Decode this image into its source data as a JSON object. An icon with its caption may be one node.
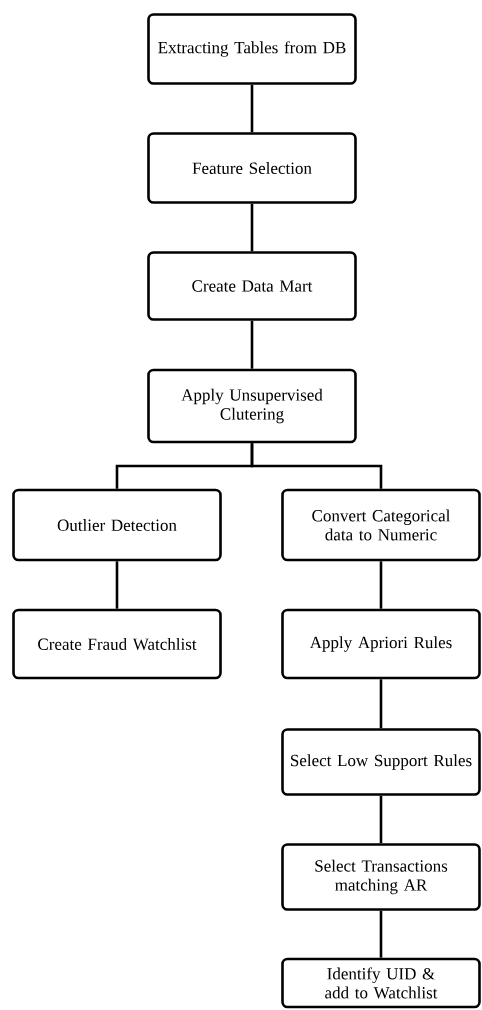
{
  "diagram": {
    "nodes": [
      {
        "text": [
          "Extracting Tables from DB"
        ]
      },
      {
        "text": [
          "Feature Selection"
        ]
      },
      {
        "text": [
          "Create Data Mart"
        ]
      },
      {
        "text": [
          "Apply Unsupervised Clutering"
        ]
      },
      {
        "text": [
          "Outlier Detection"
        ]
      },
      {
        "text": [
          "Convert Categorical data to Numeric"
        ]
      },
      {
        "text": [
          "Create Fraud Watchlist"
        ]
      },
      {
        "text": [
          "Apply Apriori Rules"
        ]
      },
      {
        "text": [
          "Select Low Support Rules"
        ]
      },
      {
        "text": [
          "Select Transactions matching AR"
        ]
      },
      {
        "text": [
          "Identify UID & add to Watchlist"
        ]
      }
    ],
    "edges": [
      {
        "from": 0,
        "to": 1,
        "arrow": "none"
      },
      {
        "from": 1,
        "to": 2,
        "arrow": "none"
      },
      {
        "from": 2,
        "to": 3,
        "arrow": "none"
      },
      {
        "from": 3,
        "to": 4,
        "arrow": "none"
      },
      {
        "from": 3,
        "to": 5,
        "arrow": "none"
      },
      {
        "from": 4,
        "to": 6,
        "arrow": "none"
      },
      {
        "from": 5,
        "to": 7,
        "arrow": "none"
      },
      {
        "from": 7,
        "to": 8,
        "arrow": "none"
      },
      {
        "from": 8,
        "to": 9,
        "arrow": "none"
      },
      {
        "from": 9,
        "to": 10,
        "arrow": "none"
      }
    ]
  }
}
